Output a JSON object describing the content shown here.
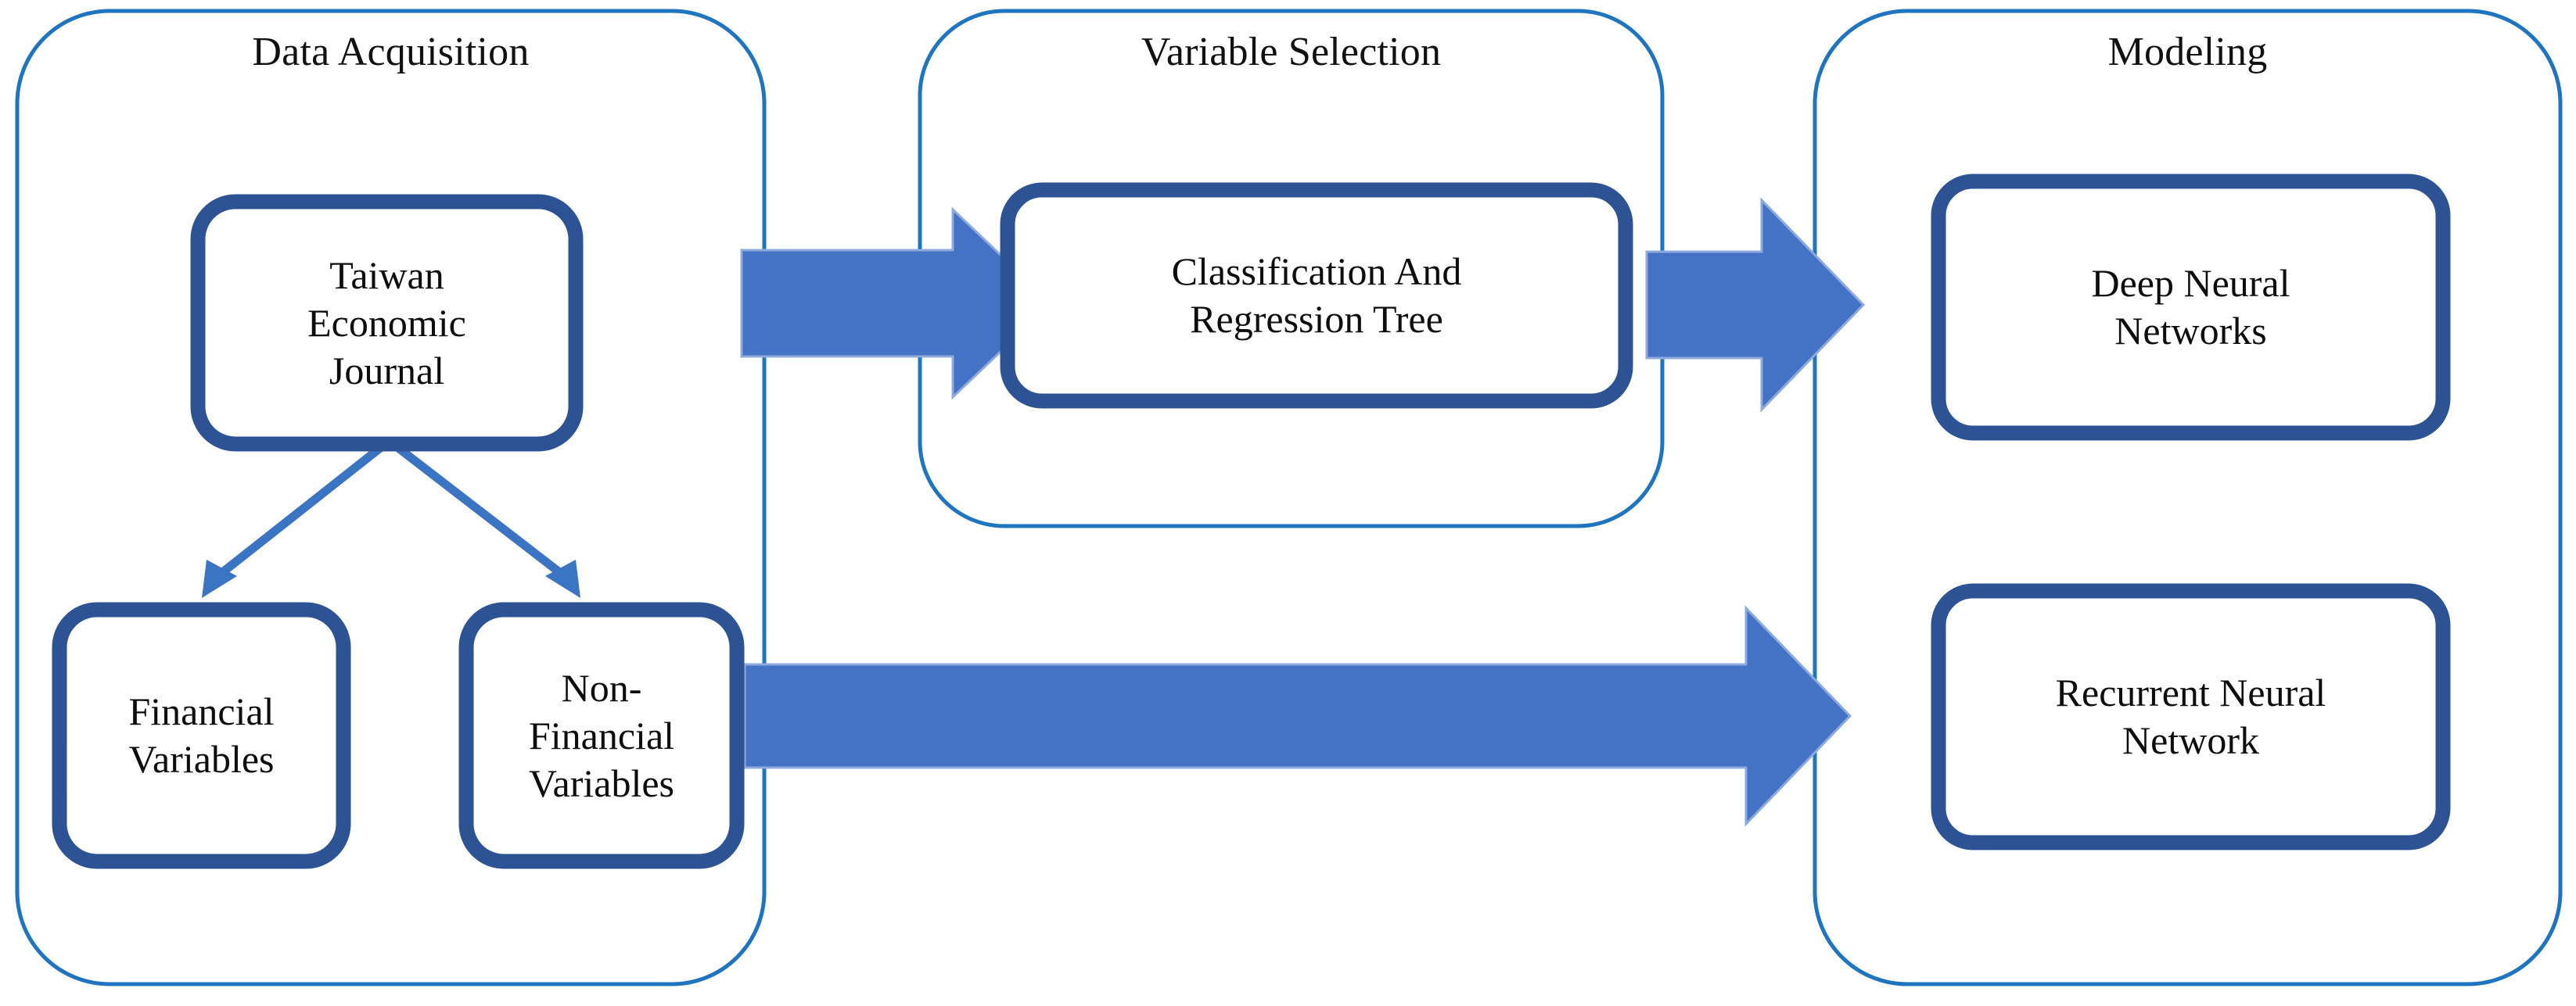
{
  "figure": {
    "title": "Research methodology flowchart",
    "background_color": "#FFFFFF"
  },
  "colors": {
    "stage_container_border": "#1F74C0",
    "node_border": "#2E5395",
    "node_fill": "#FFFFFF",
    "arrow_fill": "#4472C4",
    "connector_line": "#3C74C4",
    "text": "#0D0D0D"
  },
  "stages": [
    {
      "id": "data-acquisition",
      "caption": "Data Acquisition",
      "nodes": [
        {
          "id": "tej",
          "lines": [
            "Taiwan",
            "Economic",
            "Journal"
          ]
        },
        {
          "id": "financial-variables",
          "lines": [
            "Financial",
            "Variables"
          ]
        },
        {
          "id": "non-financial-variables",
          "lines": [
            "Non-",
            "Financial",
            "Variables"
          ]
        }
      ]
    },
    {
      "id": "variable-selection",
      "caption": "Variable Selection",
      "nodes": [
        {
          "id": "cart",
          "lines": [
            "Classification And",
            "Regression Tree"
          ]
        }
      ]
    },
    {
      "id": "modeling",
      "caption": "Modeling",
      "nodes": [
        {
          "id": "dnn",
          "lines": [
            "Deep Neural",
            "Networks"
          ]
        },
        {
          "id": "rnn",
          "lines": [
            "Recurrent Neural",
            "Network"
          ]
        }
      ]
    }
  ],
  "connectors": [
    {
      "id": "tej-to-financial",
      "kind": "line-arrow",
      "from": "tej",
      "to": "financial-variables"
    },
    {
      "id": "tej-to-non-financial",
      "kind": "line-arrow",
      "from": "tej",
      "to": "non-financial-variables"
    },
    {
      "id": "acquisition-to-selection",
      "kind": "block-arrow",
      "from": "data-acquisition",
      "to": "variable-selection"
    },
    {
      "id": "selection-to-modeling",
      "kind": "block-arrow",
      "from": "variable-selection",
      "to": "modeling"
    },
    {
      "id": "acquisition-to-modeling",
      "kind": "block-arrow",
      "from": "data-acquisition",
      "to": "modeling"
    }
  ]
}
